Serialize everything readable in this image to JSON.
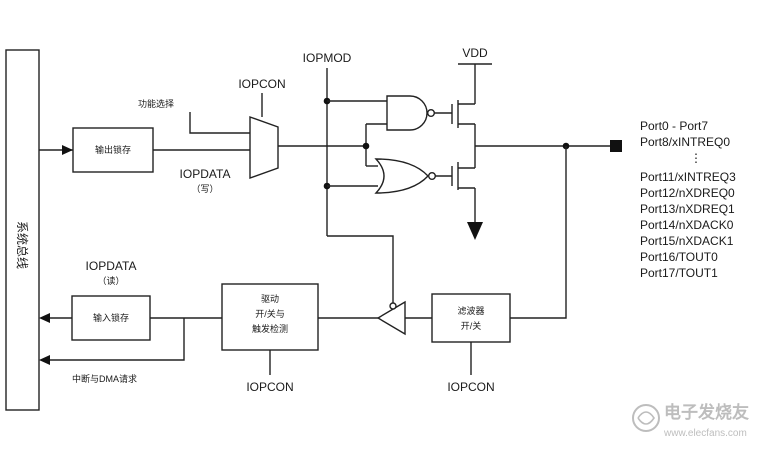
{
  "bus": {
    "label": "系统总线"
  },
  "labels": {
    "iopmod": "IOPMOD",
    "iopcon_top": "IOPCON",
    "func_select": "功能选择",
    "output_latch": "输出锁存",
    "iopdata_write": "IOPDATA",
    "write_note": "（写）",
    "vdd": "VDD",
    "iopdata_read": "IOPDATA",
    "read_note": "（读）",
    "input_latch": "输入锁存",
    "filter_line1": "滤波器",
    "filter_line2": "开/关",
    "trigger_line1": "驱动",
    "trigger_line2": "开/关与",
    "trigger_line3": "触发检测",
    "iopcon_trigger": "IOPCON",
    "iopcon_filter": "IOPCON",
    "int_dma": "中断与DMA请求"
  },
  "ports": [
    "Port0 - Port7",
    "Port8/xINTREQ0",
    "⋮",
    "Port11/xINTREQ3",
    "Port12/nXDREQ0",
    "Port13/nXDREQ1",
    "Port14/nXDACK0",
    "Port15/nXDACK1",
    "Port16/TOUT0",
    "Port17/TOUT1"
  ],
  "watermark": {
    "cn": "电子发烧友",
    "url": "www.elecfans.com"
  }
}
